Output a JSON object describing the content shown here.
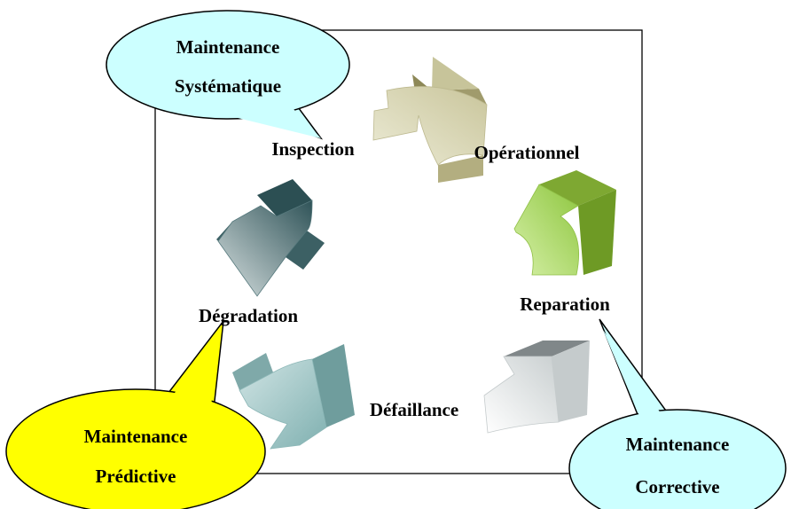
{
  "stages": {
    "inspection": "Inspection",
    "operationnel": "Opérationnel",
    "degradation": "Dégradation",
    "defaillance": "Défaillance",
    "reparation": "Reparation"
  },
  "callouts": {
    "systematique": {
      "line1": "Maintenance",
      "line2": "Systématique",
      "color": "#ccffff"
    },
    "predictive": {
      "line1": "Maintenance",
      "line2": "Prédictive",
      "color": "#ffff00"
    },
    "corrective": {
      "line1": "Maintenance",
      "line2": "Corrective",
      "color": "#ccffff"
    }
  },
  "colors": {
    "arrow_operationnel": "#d6d3ac",
    "arrow_reparation": "#9bd04a",
    "arrow_degradation": "#5f8388",
    "arrow_defaillance": "#9cc8c8",
    "arrow_inspection_bottom": "#e8eced"
  }
}
